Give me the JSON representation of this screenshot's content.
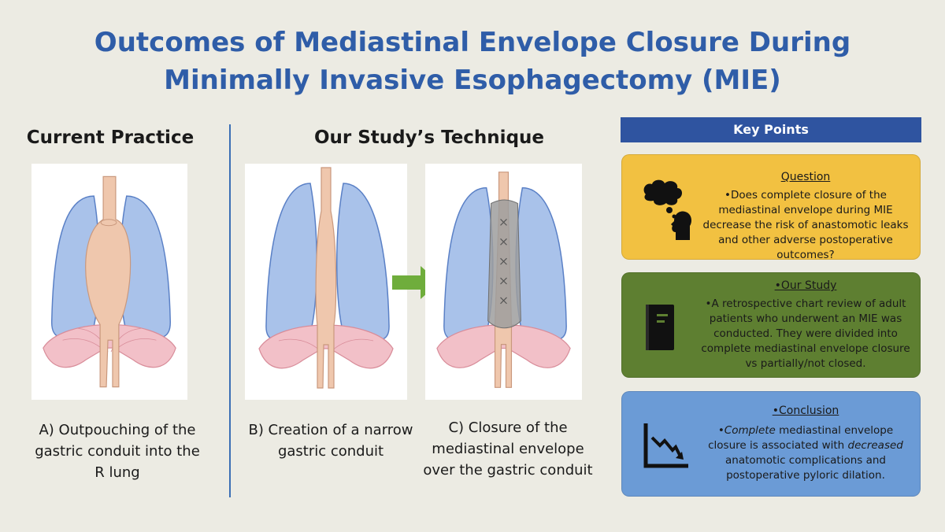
{
  "title": {
    "line1": "Outcomes of Mediastinal Envelope Closure During",
    "line2": "Minimally Invasive Esophagectomy (MIE)"
  },
  "left_section": {
    "heading": "Current Practice",
    "caption": [
      "A) Outpouching of the",
      "gastric conduit into the",
      "R lung"
    ]
  },
  "middle_section": {
    "heading": "Our Study’s Technique",
    "caption_b": [
      "B) Creation of a narrow",
      "gastric conduit"
    ],
    "caption_c": [
      "C) Closure of the",
      "mediastinal envelope",
      "over the gastric conduit"
    ]
  },
  "key_points": {
    "header": "Key Points",
    "question": {
      "title": "Question",
      "text": "•Does complete closure of the mediastinal envelope during MIE decrease the risk of anastomotic leaks and other adverse postoperative outcomes?",
      "icon": "thinking-head-icon"
    },
    "study": {
      "title": "•Our Study",
      "text": "•A retrospective chart review of adult patients who underwent an MIE was conducted. They were divided into complete mediastinal envelope closure vs partially/not closed.",
      "icon": "chart-book-icon"
    },
    "conclusion": {
      "title": "•Conclusion",
      "text_a": "•",
      "text_complete": "Complete",
      "text_b": " mediastinal envelope closure is associated with ",
      "text_decreased": "decreased",
      "text_c": " anatomotic complications and postoperative pyloric dilation.",
      "icon": "declining-graph-icon"
    }
  },
  "colors": {
    "title": "#2f5da8",
    "question_bg": "#f2c141",
    "study_bg": "#5e7f31",
    "conclusion_bg": "#6b9bd6",
    "header_bg": "#2f54a0",
    "arrow": "#6fad3c"
  }
}
